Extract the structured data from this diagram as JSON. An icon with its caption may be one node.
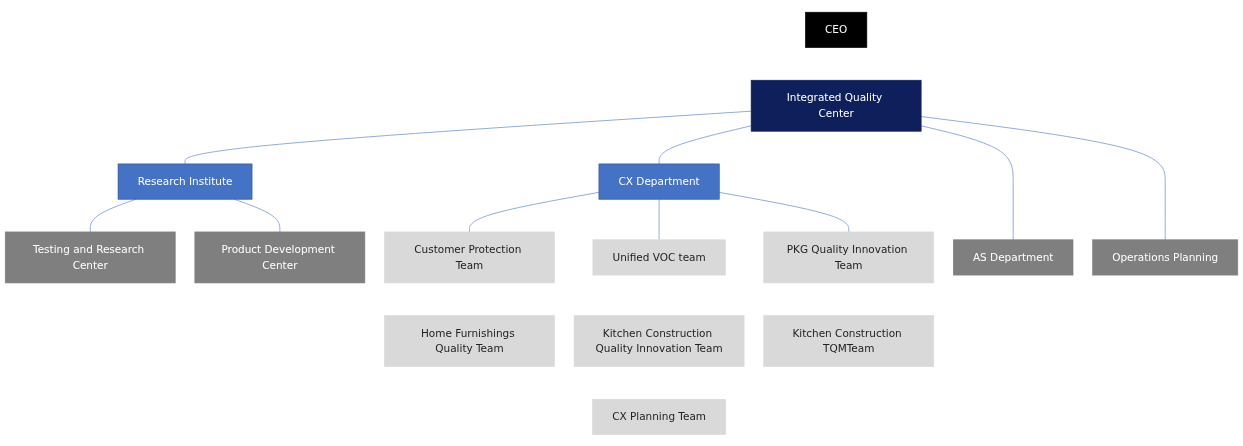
{
  "diagram": {
    "nodes": [
      {
        "text": [
          "CEO"
        ]
      },
      {
        "text": [
          "Integrated Quality Center"
        ]
      },
      {
        "text": [
          "Research Institute"
        ]
      },
      {
        "text": [
          "CX Department"
        ]
      },
      {
        "text": [
          "AS Department"
        ]
      },
      {
        "text": [
          "Operations Planning"
        ]
      },
      {
        "text": [
          "Testing and Research Center"
        ]
      },
      {
        "text": [
          "Product Development Center"
        ]
      },
      {
        "text": [
          "Customer Protection Team"
        ]
      },
      {
        "text": [
          "Unified VOC team"
        ]
      },
      {
        "text": [
          "PKG Quality Innovation Team"
        ]
      },
      {
        "text": [
          "Home Furnishings Quality Team"
        ]
      },
      {
        "text": [
          "Kitchen Construction Quality Innovation Team"
        ]
      },
      {
        "text": [
          "Kitchen Construction TQMTeam"
        ]
      },
      {
        "text": [
          "CX Planning Team"
        ]
      }
    ],
    "edges": [
      {
        "from": 1,
        "to": 2,
        "arrow": "none"
      },
      {
        "from": 1,
        "to": 3,
        "arrow": "none"
      },
      {
        "from": 1,
        "to": 4,
        "arrow": "none"
      },
      {
        "from": 1,
        "to": 5,
        "arrow": "none"
      },
      {
        "from": 2,
        "to": 6,
        "arrow": "none"
      },
      {
        "from": 2,
        "to": 7,
        "arrow": "none"
      },
      {
        "from": 3,
        "to": 8,
        "arrow": "none"
      },
      {
        "from": 3,
        "to": 9,
        "arrow": "none"
      },
      {
        "from": 3,
        "to": 10,
        "arrow": "none"
      }
    ]
  }
}
